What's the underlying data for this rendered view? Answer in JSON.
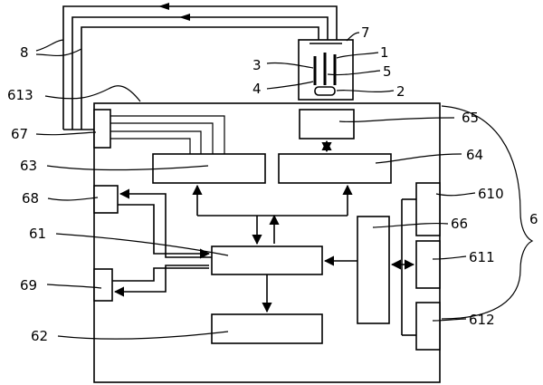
{
  "labels": {
    "l1": "1",
    "l2": "2",
    "l3": "3",
    "l4": "4",
    "l5": "5",
    "l6": "6",
    "l7": "7",
    "l8": "8",
    "l61": "61",
    "l62": "62",
    "l63": "63",
    "l64": "64",
    "l65": "65",
    "l66": "66",
    "l67": "67",
    "l68": "68",
    "l69": "69",
    "l610": "610",
    "l611": "611",
    "l612": "612",
    "l613": "613"
  }
}
